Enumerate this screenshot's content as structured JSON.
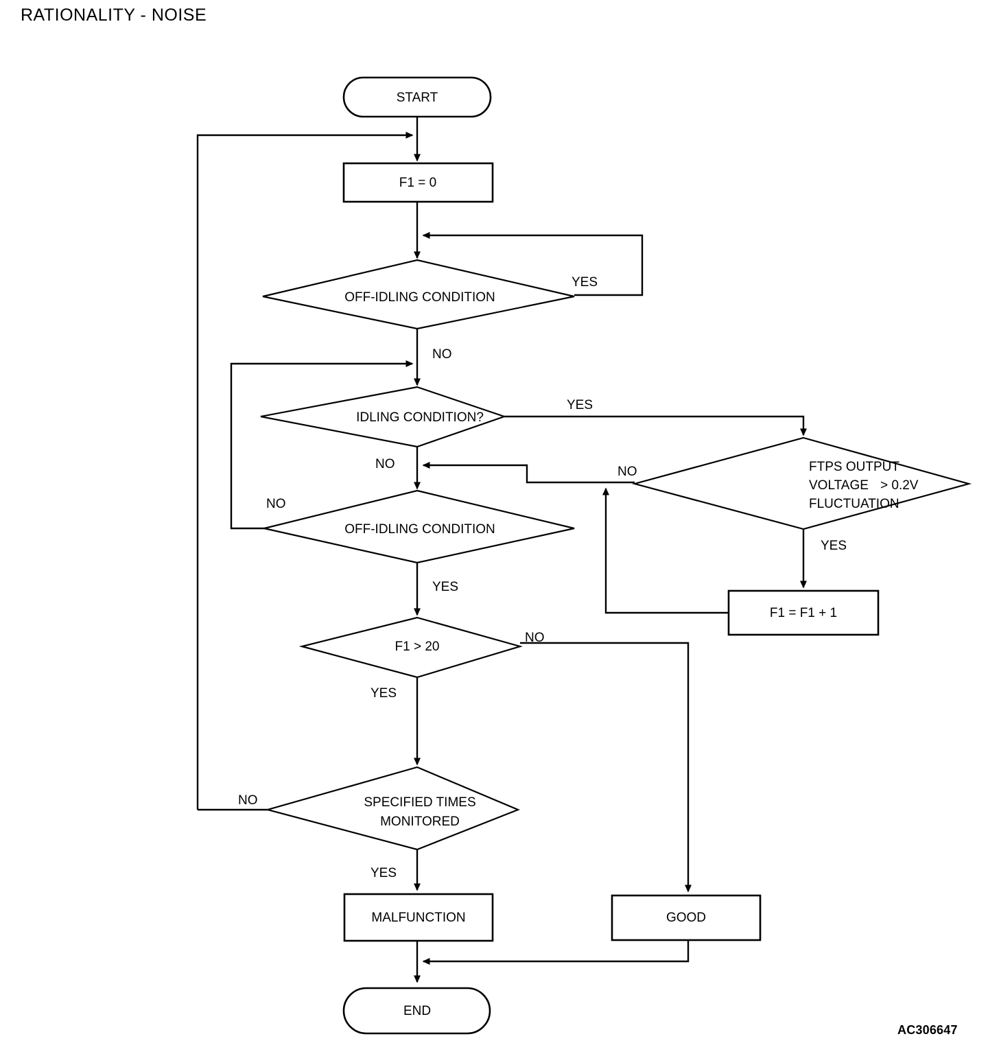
{
  "title": "RATIONALITY - NOISE",
  "figure_id": "AC306647",
  "diagram": {
    "type": "flowchart",
    "nodes": [
      {
        "id": "start",
        "kind": "terminator",
        "label": "START"
      },
      {
        "id": "f1zero",
        "kind": "process",
        "label": "F1 = 0"
      },
      {
        "id": "offidle1",
        "kind": "decision",
        "label": "OFF-IDLING CONDITION"
      },
      {
        "id": "idling",
        "kind": "decision",
        "label": "IDLING CONDITION?"
      },
      {
        "id": "ftps",
        "kind": "decision",
        "label_line1": "FTPS OUTPUT",
        "label_line2": "VOLTAGE",
        "label_line2b": "> 0.2V",
        "label_line3": "FLUCTUATION"
      },
      {
        "id": "offidle2",
        "kind": "decision",
        "label": "OFF-IDLING CONDITION"
      },
      {
        "id": "f1inc",
        "kind": "process",
        "label": "F1 = F1 + 1"
      },
      {
        "id": "f1gt20",
        "kind": "decision",
        "label": "F1 > 20"
      },
      {
        "id": "spectimes",
        "kind": "decision",
        "label_line1": "SPECIFIED TIMES",
        "label_line2": "MONITORED"
      },
      {
        "id": "malfunction",
        "kind": "process",
        "label": "MALFUNCTION"
      },
      {
        "id": "good",
        "kind": "process",
        "label": "GOOD"
      },
      {
        "id": "end",
        "kind": "terminator",
        "label": "END"
      }
    ],
    "edge_labels": {
      "offidle1_yes": "YES",
      "offidle1_no": "NO",
      "idling_yes": "YES",
      "idling_no": "NO",
      "ftps_no": "NO",
      "ftps_yes": "YES",
      "offidle2_no": "NO",
      "offidle2_yes": "YES",
      "f1gt20_no": "NO",
      "f1gt20_yes": "YES",
      "spectimes_no": "NO",
      "spectimes_yes": "YES"
    }
  }
}
